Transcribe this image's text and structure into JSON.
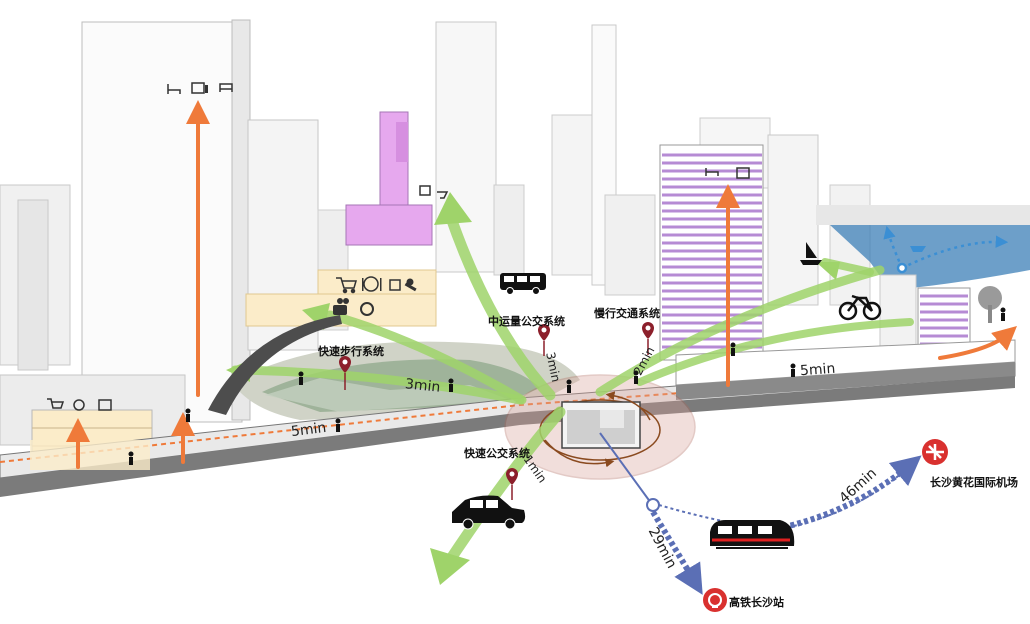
{
  "labels": {
    "fast_walk": "快速步行系统",
    "medium_bus": "中运量公交系统",
    "slow_traffic": "慢行交通系统",
    "fast_bus": "快速公交系统",
    "airport": "长沙黄花国际机场",
    "rail_station": "高铁长沙站"
  },
  "times": {
    "t_5min_left": "5min",
    "t_3min_walk": "3min",
    "t_3min_bus": "3min",
    "t_2min": "2min",
    "t_5min_right": "5min",
    "t_1min": "1min",
    "t_29min": "29min",
    "t_46min": "46min"
  },
  "colors": {
    "orange": "#ef7a3a",
    "green": "#9fd36a",
    "blue": "#5b6fb5",
    "dark_red": "#8c1f2b",
    "red": "#d9312f",
    "pink": "#e6a8ee",
    "cream": "#fbecc9",
    "water": "#3c7fb7"
  },
  "icons": [
    "shopping-cart-icon",
    "dining-icon",
    "shopping-bag-icon",
    "bed-icon",
    "camera-icon",
    "bus-icon",
    "bicycle-icon",
    "sailboat-icon",
    "car-icon",
    "train-icon",
    "airplane-icon",
    "rail-station-icon",
    "pedestrian-icon",
    "location-pin-icon"
  ]
}
